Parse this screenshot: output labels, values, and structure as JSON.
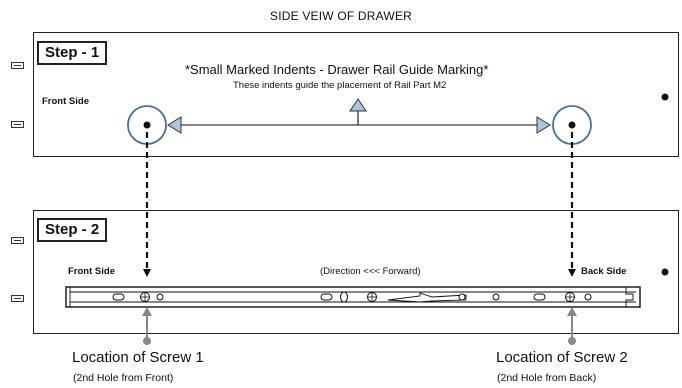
{
  "title": "SIDE VEIW OF DRAWER",
  "step1": {
    "label": "Step - 1",
    "front_side": "Front Side",
    "heading": "*Small Marked Indents - Drawer Rail Guide Marking*",
    "subheading": "These indents guide the placement of Rail Part M2"
  },
  "step2": {
    "label": "Step - 2",
    "front_side": "Front Side",
    "back_side": "Back Side",
    "direction": "(Direction <<< Forward)"
  },
  "screws": [
    {
      "label": "Location of Screw 1",
      "sub": "(2nd Hole from Front)"
    },
    {
      "label": "Location of Screw 2",
      "sub": "(2nd Hole from Back)"
    }
  ],
  "colors": {
    "accent_blue": "#4a6fa5",
    "guide_arrow_fill": "#aac4e2",
    "ink": "#111111",
    "pointer_gray": "#888888"
  }
}
